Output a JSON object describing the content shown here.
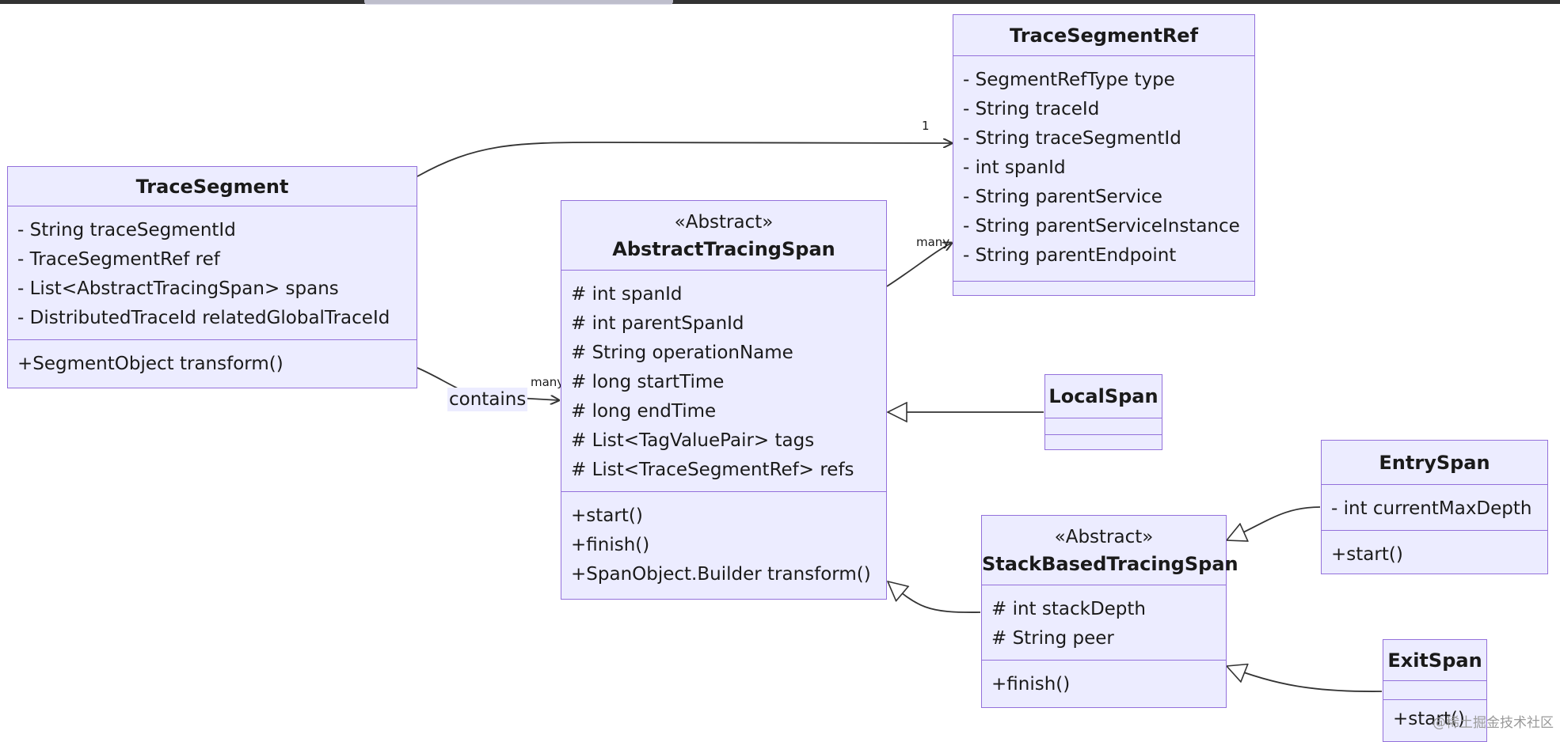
{
  "diagram": {
    "classes": {
      "trace_segment": {
        "name": "TraceSegment",
        "attributes": [
          "- String traceSegmentId",
          "- TraceSegmentRef ref",
          "- List<AbstractTracingSpan> spans",
          "- DistributedTraceId relatedGlobalTraceId"
        ],
        "methods": [
          "+SegmentObject transform()"
        ]
      },
      "trace_segment_ref": {
        "name": "TraceSegmentRef",
        "attributes": [
          "- SegmentRefType type",
          "- String traceId",
          "- String traceSegmentId",
          "- int spanId",
          "- String parentService",
          "- String parentServiceInstance",
          "- String parentEndpoint"
        ]
      },
      "abstract_tracing_span": {
        "stereotype": "«Abstract»",
        "name": "AbstractTracingSpan",
        "attributes": [
          "# int spanId",
          "# int parentSpanId",
          "# String operationName",
          "# long startTime",
          "# long endTime",
          "# List<TagValuePair> tags",
          "# List<TraceSegmentRef> refs"
        ],
        "methods": [
          "+start()",
          "+finish()",
          "+SpanObject.Builder transform()"
        ]
      },
      "local_span": {
        "name": "LocalSpan"
      },
      "entry_span": {
        "name": "EntrySpan",
        "attributes": [
          "- int currentMaxDepth"
        ],
        "methods": [
          "+start()"
        ]
      },
      "stack_based_tracing_span": {
        "stereotype": "«Abstract»",
        "name": "StackBasedTracingSpan",
        "attributes": [
          "# int stackDepth",
          "# String peer"
        ],
        "methods": [
          "+finish()"
        ]
      },
      "exit_span": {
        "name": "ExitSpan",
        "methods": [
          "+start()"
        ]
      }
    },
    "relations": {
      "segment_to_ref_multiplicity": "1",
      "span_to_ref_multiplicity": "many",
      "contains_label": "contains",
      "contains_multiplicity": "many"
    }
  },
  "watermark": "@稀土掘金技术社区",
  "colors": {
    "class_fill": "#ECECFF",
    "class_border": "#9370DB",
    "edge": "#333333"
  }
}
